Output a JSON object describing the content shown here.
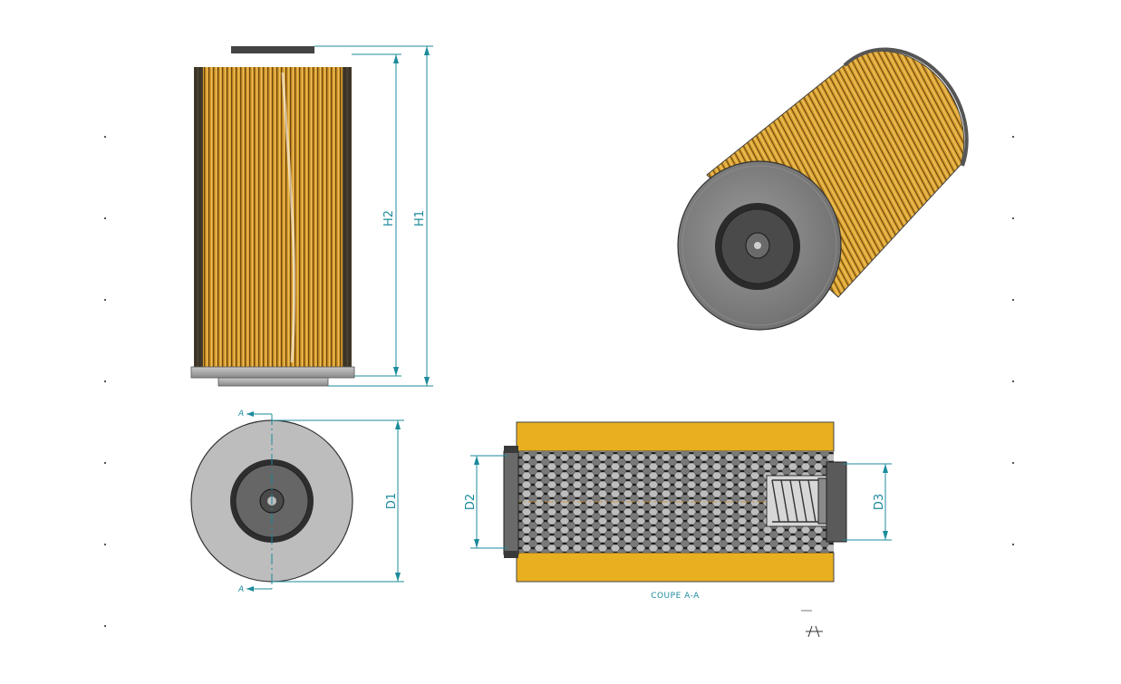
{
  "drawing": {
    "dimensions": {
      "h1": "H1",
      "h2": "H2",
      "d1": "D1",
      "d2": "D2",
      "d3": "D3"
    },
    "section_marker": "A",
    "section_label": "COUPE A-A"
  },
  "colors": {
    "media": "#e8b020",
    "media_dark": "#7a5210",
    "metal": "#9a9a9a",
    "metal_dark": "#3c3c3c",
    "dimension": "#1c8b9b"
  }
}
